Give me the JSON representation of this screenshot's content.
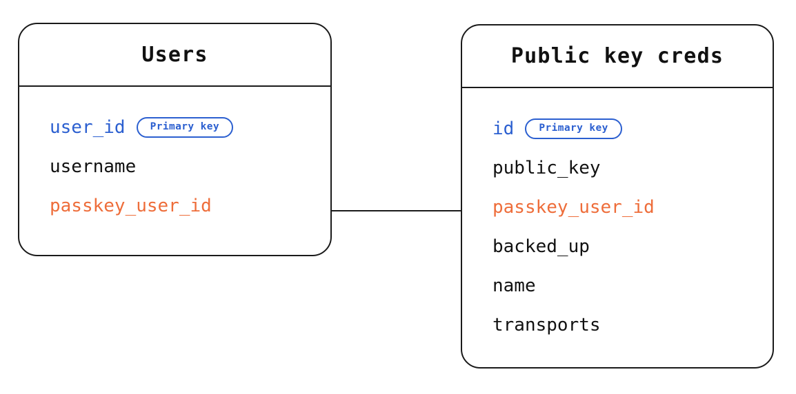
{
  "diagram": {
    "type": "entity-relationship-diagram",
    "background_color": "#ffffff",
    "colors": {
      "outline": "#1a1a1a",
      "text": "#111111",
      "primary_key": "#2b5fd0",
      "foreign_key": "#ee6d3a"
    },
    "entities": [
      {
        "id": "users",
        "title": "Users",
        "fields": [
          {
            "name": "user_id",
            "role": "key",
            "badge": "Primary key"
          },
          {
            "name": "username",
            "role": "plain",
            "badge": null
          },
          {
            "name": "passkey_user_id",
            "role": "relation",
            "badge": null
          }
        ]
      },
      {
        "id": "public-key-creds",
        "title": "Public key creds",
        "fields": [
          {
            "name": "id",
            "role": "key",
            "badge": "Primary key"
          },
          {
            "name": "public_key",
            "role": "plain",
            "badge": null
          },
          {
            "name": "passkey_user_id",
            "role": "relation",
            "badge": null
          },
          {
            "name": "backed_up",
            "role": "plain",
            "badge": null
          },
          {
            "name": "name",
            "role": "plain",
            "badge": null
          },
          {
            "name": "transports",
            "role": "plain",
            "badge": null
          }
        ]
      }
    ],
    "relationships": [
      {
        "from_entity": "users",
        "from_field": "passkey_user_id",
        "to_entity": "public-key-creds",
        "to_field": "passkey_user_id",
        "style": "straight-line"
      }
    ]
  }
}
